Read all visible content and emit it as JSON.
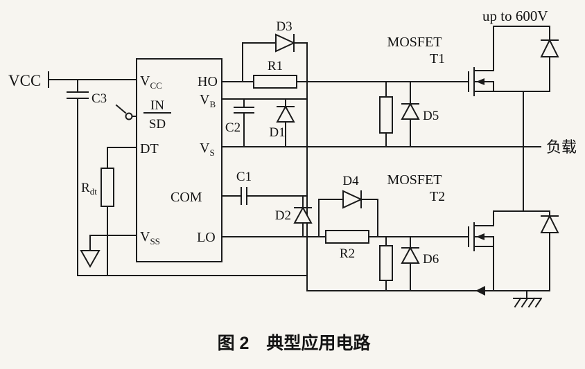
{
  "caption": "图 2　典型应用电路",
  "labels": {
    "vcc": "VCC",
    "up_to_600v": "up to 600V",
    "load": "负载"
  },
  "ic": {
    "pins": {
      "vcc_main": "V",
      "vcc_sub": "CC",
      "in": "IN",
      "sd": "SD",
      "dt": "DT",
      "vss_main": "V",
      "vss_sub": "SS",
      "ho": "HO",
      "vb_main": "V",
      "vb_sub": "B",
      "vs_main": "V",
      "vs_sub": "S",
      "com": "COM",
      "lo": "LO"
    }
  },
  "transistors": {
    "t1": {
      "type": "MOSFET",
      "name": "T1"
    },
    "t2": {
      "type": "MOSFET",
      "name": "T2"
    }
  },
  "components": {
    "c1": "C1",
    "c2": "C2",
    "c3": "C3",
    "r1": "R1",
    "r2": "R2",
    "rdt_main": "R",
    "rdt_sub": "dt",
    "d1": "D1",
    "d2": "D2",
    "d3": "D3",
    "d4": "D4",
    "d5": "D5",
    "d6": "D6"
  }
}
